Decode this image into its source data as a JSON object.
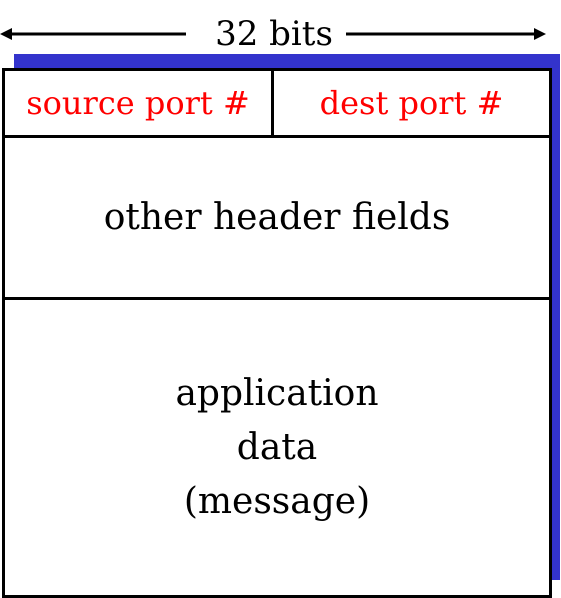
{
  "width_label": "32 bits",
  "fields": {
    "source_port": "source port #",
    "dest_port": "dest port #",
    "other_header": "other header fields",
    "app_data_lines": [
      "application",
      "data",
      "(message)"
    ]
  },
  "colors": {
    "port_text": "#ff0000",
    "text": "#000000",
    "border": "#000000",
    "shadow": "#3333cc",
    "background": "#ffffff"
  }
}
